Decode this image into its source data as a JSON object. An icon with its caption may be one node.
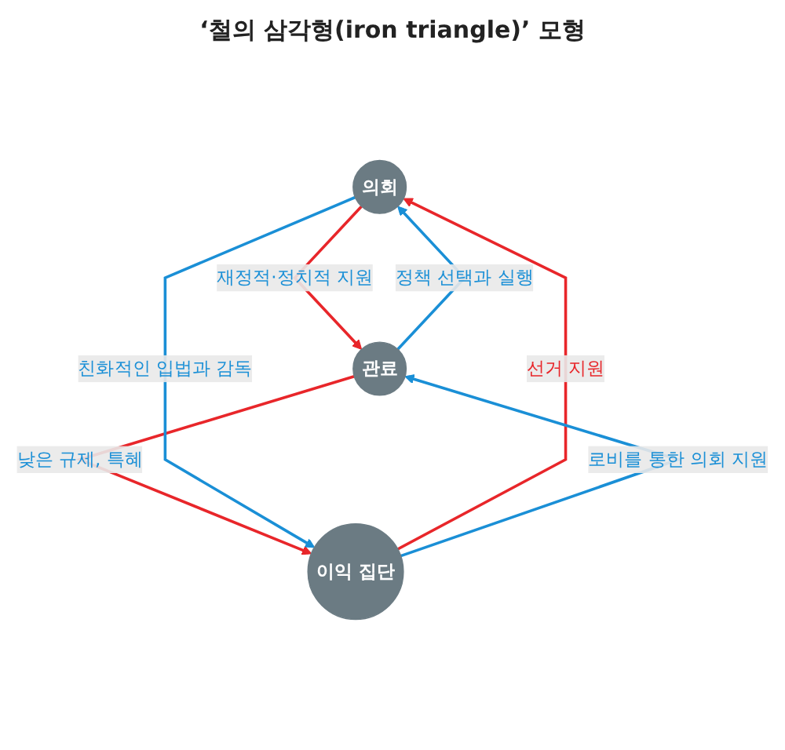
{
  "diagram": {
    "title": "‘철의 삼각형(iron triangle)’ 모형",
    "nodes": [
      {
        "text": [
          "의회"
        ]
      },
      {
        "text": [
          "이익 집단"
        ]
      },
      {
        "text": [
          "관료"
        ]
      }
    ],
    "edges": [
      {
        "from": 1,
        "to": 0,
        "arrow": "to",
        "label": "선거 지원",
        "color": "#e8262a"
      },
      {
        "from": 0,
        "to": 2,
        "arrow": "to",
        "label": "재정적·정치적 지원",
        "color": "#e8262a"
      },
      {
        "from": 2,
        "to": 1,
        "arrow": "to",
        "label": "낮은 규제, 특혜",
        "color": "#e8262a"
      },
      {
        "from": 0,
        "to": 1,
        "arrow": "to",
        "label": "친화적인 입법과 감독",
        "color": "#1a8fd6"
      },
      {
        "from": 2,
        "to": 0,
        "arrow": "to",
        "label": "정책 선택과 실행",
        "color": "#1a8fd6"
      },
      {
        "from": 1,
        "to": 2,
        "arrow": "to",
        "label": "로비를 통한 의회 지원",
        "color": "#1a8fd6"
      }
    ]
  }
}
